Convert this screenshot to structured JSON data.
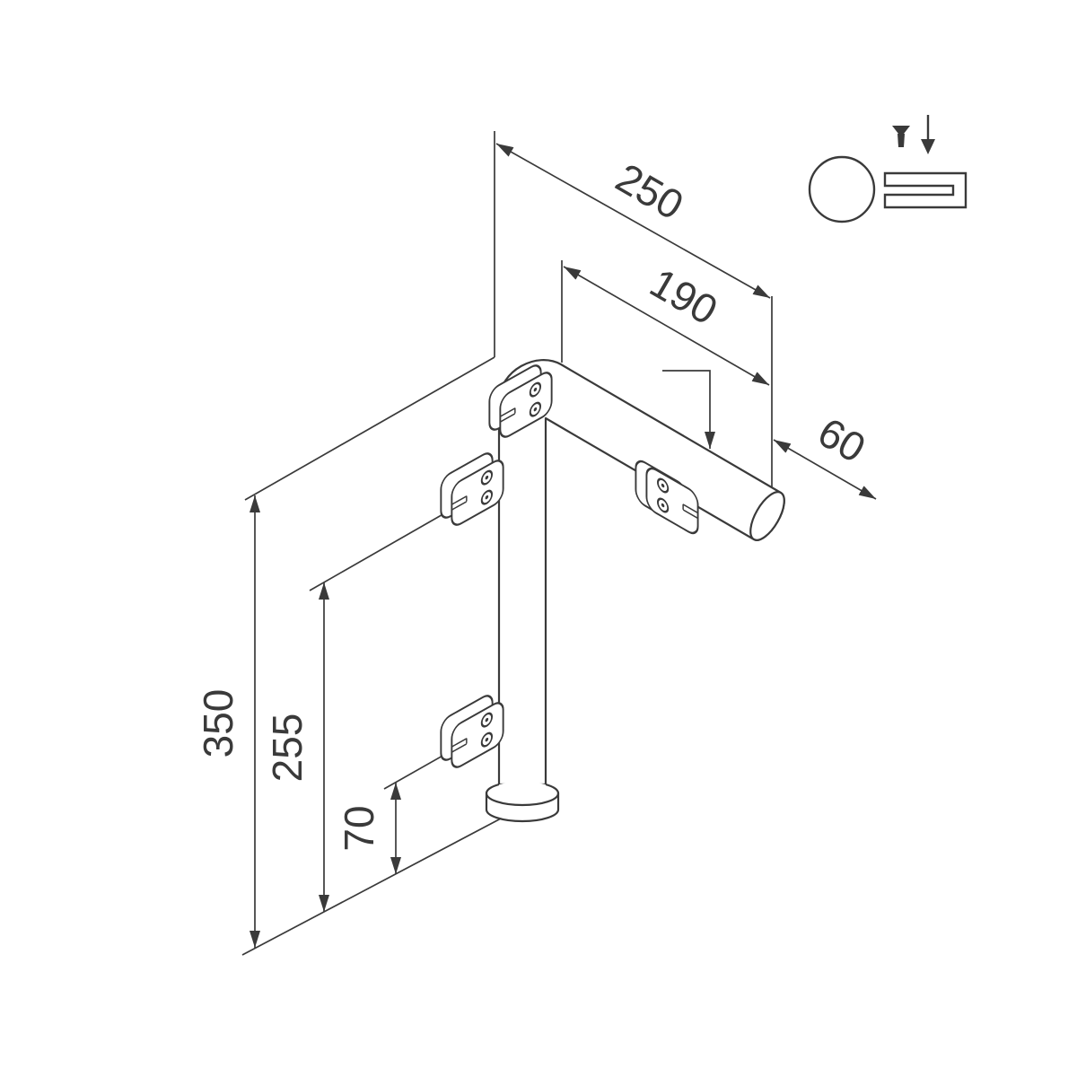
{
  "colors": {
    "line": "#3a3a3a",
    "background": "#ffffff"
  },
  "drawing": {
    "dimensions": {
      "overall_width": "250",
      "inner_width": "190",
      "end_offset": "60",
      "overall_height": "350",
      "inner_height": "255",
      "base_offset": "70"
    }
  }
}
